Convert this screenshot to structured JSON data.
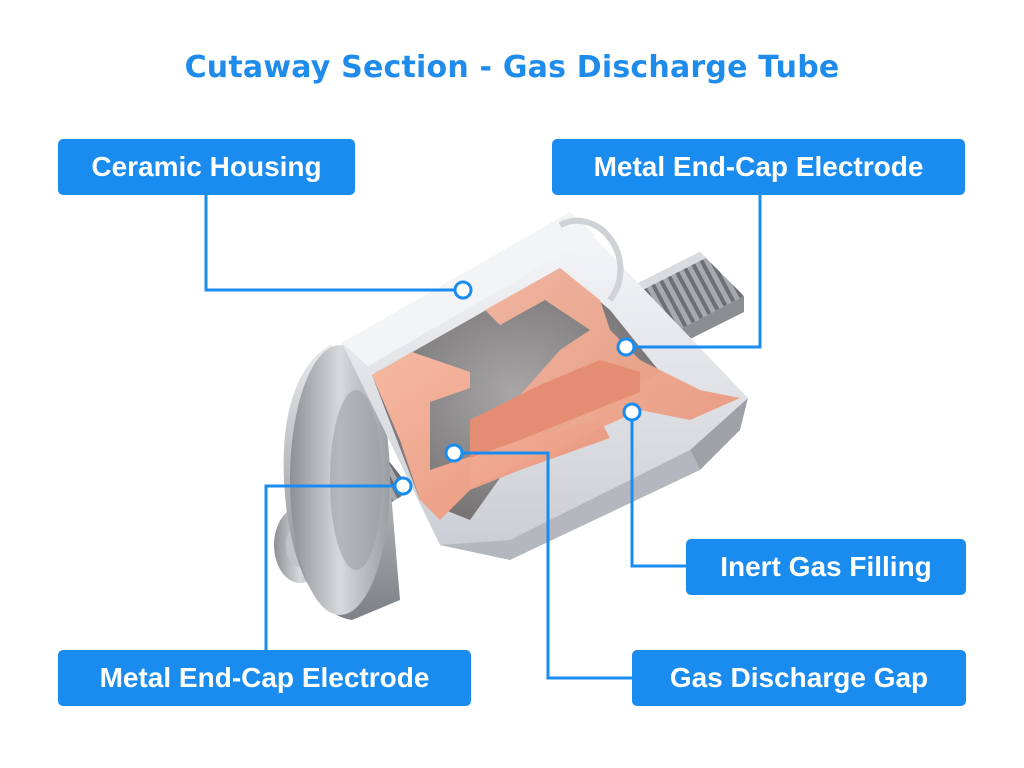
{
  "title": "Cutaway Section - Gas Discharge Tube",
  "labels": {
    "ceramic_housing": "Ceramic Housing",
    "end_cap_top": "Metal End-Cap Electrode",
    "inert_gas": "Inert Gas Filling",
    "end_cap_bottom": "Metal End-Cap Electrode",
    "discharge_gap": "Gas Discharge Gap"
  },
  "colors": {
    "accent": "#1a8cf0",
    "leader": "#1a8cf0",
    "copper": "#f0a891",
    "ceramic": "#e6e8ec",
    "steel": "#b7b9bd"
  }
}
